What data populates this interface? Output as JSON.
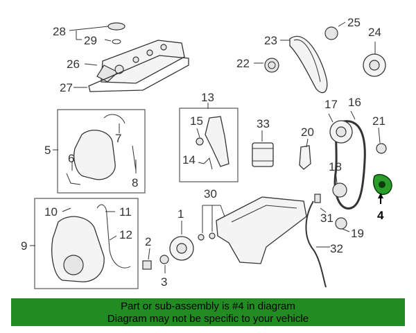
{
  "callouts": {
    "c1": "1",
    "c2": "2",
    "c3": "3",
    "c4": "4",
    "c5": "5",
    "c6": "6",
    "c7": "7",
    "c8": "8",
    "c9": "9",
    "c10": "10",
    "c11": "11",
    "c12": "12",
    "c13": "13",
    "c14": "14",
    "c15": "15",
    "c16": "16",
    "c17": "17",
    "c18": "18",
    "c19": "19",
    "c20": "20",
    "c21": "21",
    "c22": "22",
    "c23": "23",
    "c24": "24",
    "c25": "25",
    "c26": "26",
    "c27": "27",
    "c28": "28",
    "c29": "29",
    "c30": "30",
    "c31": "31",
    "c32": "32",
    "c33": "33"
  },
  "highlighted_part": "4",
  "highlight_color": "#2a9d2a",
  "banner": {
    "line1": "Part or sub-assembly is #4 in diagram",
    "line2": "Diagram may not be specific to your vehicle",
    "background": "#228b22"
  }
}
